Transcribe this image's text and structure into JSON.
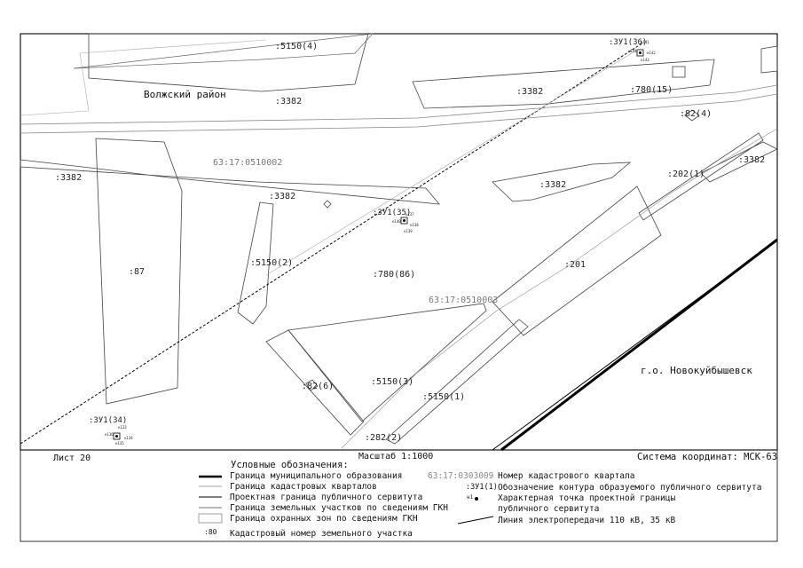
{
  "map": {
    "region_left": "Волжский район",
    "region_right": "г.о. Новокуйбышевск",
    "quarters": [
      "63:17:0510002",
      "63:17:0510003"
    ],
    "parcels": {
      "p5150_4": ":5150(4)",
      "p3382_a": ":3382",
      "p3382_b": ":3382",
      "p3382_c": ":3382",
      "p3382_d": ":3382",
      "p3382_e": ":3382",
      "p3382_f": ":3382",
      "p780_15": ":780(15)",
      "p82_4": ":82(4)",
      "p202_1": ":202(1)",
      "p87": ":87",
      "p5150_2": ":5150(2)",
      "p780_86": ":780(86)",
      "p201": ":201",
      "p82_6": ":82(6)",
      "p5150_3": ":5150(3)",
      "p5150_1": ":5150(1)",
      "p282_2": ":282(2)"
    },
    "servitudes": {
      "s36": ":ЗУ1(36)",
      "s35": ":ЗУ1(35)",
      "s34": ":ЗУ1(34)"
    },
    "points": {
      "n141": "н141",
      "n142": "н142",
      "n143": "н143",
      "n144": "н144",
      "n137": "н137",
      "n138": "н138",
      "n139": "н139",
      "n140": "н140",
      "n133": "н133",
      "n134": "н134",
      "n135": "н135",
      "n136": "н136"
    }
  },
  "footer": {
    "sheet": "Лист 20",
    "scale": "Масштаб 1:1000",
    "coord_system": "Система координат: МСК-63"
  },
  "legend": {
    "title": "Условные обозначения:",
    "items": [
      "Граница муниципального образования",
      "Граница кадастровых кварталов",
      "Проектная граница публичного сервитута",
      "Граница земельных участков по сведениям ГКН",
      "Граница охранных зон по сведениям ГКН",
      "Кадастровый номер земельного участка"
    ],
    "parcel_sample": ":80",
    "right_quarter_sample": "63:17:0303009",
    "right_quarter_label": "Номер кадастрового квартала",
    "right_servitude_sample": ":ЗУ1(1)",
    "right_servitude_label": "Обозначение контура образуемого публичного сервитута",
    "right_point_sample": "н1",
    "right_point_label_1": "Характерная точка проектной границы",
    "right_point_label_2": "публичного сервитута",
    "right_line_label": "Линия электропередачи 110 кВ, 35 кВ"
  }
}
